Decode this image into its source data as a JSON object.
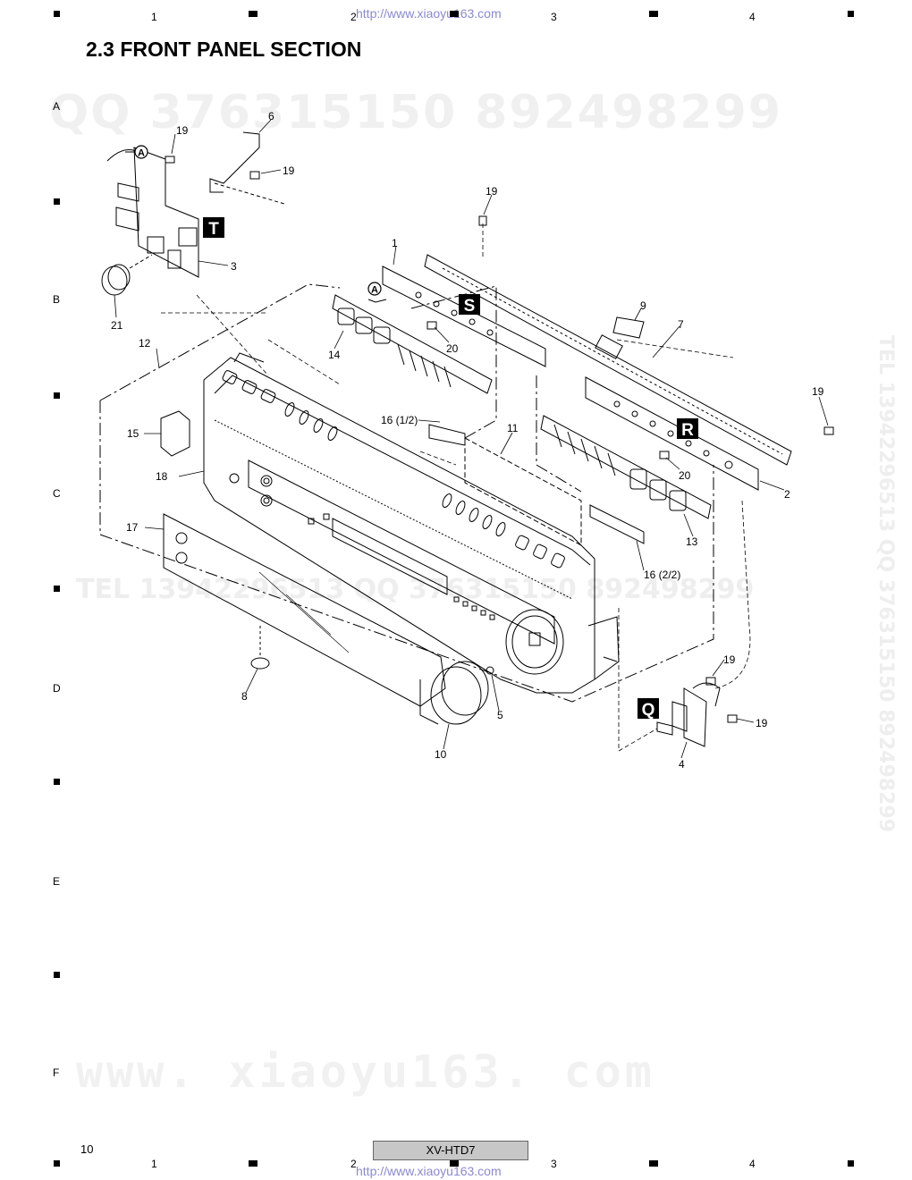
{
  "header": {
    "title": "2.3  FRONT PANEL SECTION",
    "url_top": "http://www.xiaoyu163.com",
    "url_bottom": "http://www.xiaoyu163.com"
  },
  "grid": {
    "columns": [
      "1",
      "2",
      "3",
      "4"
    ],
    "rows": [
      "A",
      "B",
      "C",
      "D",
      "E",
      "F"
    ]
  },
  "watermarks": {
    "qq_top": "QQ 376315150   892498299",
    "tel_mid": "TEL 13942296513  QQ 376315150  892498299",
    "www_bottom": "www. xiaoyu163. com",
    "vertical_right": "TEL 13942296513  QQ 376315150  892498299"
  },
  "section_markers": [
    "T",
    "S",
    "R",
    "Q"
  ],
  "connector_ref": "A",
  "part_callouts": {
    "p1": "1",
    "p2": "2",
    "p3": "3",
    "p4": "4",
    "p5": "5",
    "p6": "6",
    "p7": "7",
    "p8": "8",
    "p9": "9",
    "p10": "10",
    "p11": "11",
    "p12": "12",
    "p13": "13",
    "p14": "14",
    "p15": "15",
    "p16a": "16 (1/2)",
    "p16b": "16 (2/2)",
    "p17": "17",
    "p18": "18",
    "p19": "19",
    "p20": "20",
    "p21": "21"
  },
  "footer": {
    "page_number": "10",
    "model": "XV-HTD7"
  }
}
